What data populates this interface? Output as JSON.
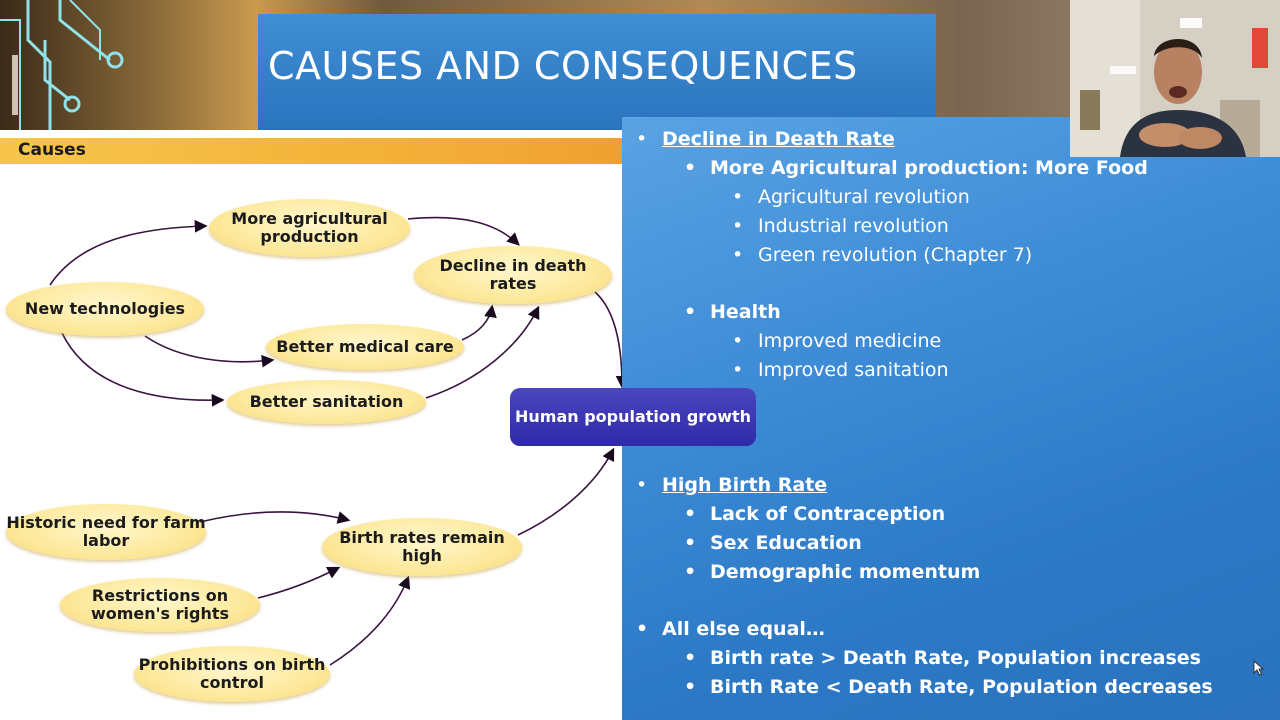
{
  "title": "CAUSES AND CONSEQUENCES",
  "diagram": {
    "header": "Causes",
    "nodes": {
      "new_tech": "New technologies",
      "more_ag": "More agricultural production",
      "better_med": "Better medical care",
      "better_san": "Better sanitation",
      "decline_death": "Decline in death rates",
      "hpg": "Human population growth",
      "historic": "Historic need for farm labor",
      "restrictions": "Restrictions on women's rights",
      "prohibitions": "Prohibitions on birth control",
      "birth_high": "Birth rates remain high"
    }
  },
  "bullets": {
    "death": {
      "heading": "Decline in Death Rate",
      "food": "More Agricultural production: More Food",
      "food_items": [
        "Agricultural revolution",
        "Industrial revolution",
        "Green revolution (Chapter 7)"
      ],
      "health": "Health",
      "health_items": [
        "Improved medicine",
        "Improved sanitation"
      ]
    },
    "birth": {
      "heading": "High Birth Rate",
      "items": [
        "Lack of Contraception",
        "Sex Education",
        "Demographic momentum"
      ]
    },
    "else": {
      "heading": "All else equal…",
      "items": [
        "Birth rate > Death Rate, Population increases",
        "Birth Rate < Death Rate, Population decreases"
      ]
    }
  },
  "bullet_glyph": "•",
  "colors": {
    "title_bg": "#2f7fc8",
    "panel_bg": "#3f8dd7",
    "node_fill": "#fde99c",
    "hpg_fill": "#3330ad",
    "arrow": "#3a1440",
    "causes_bar": "#f3b23a"
  },
  "icons": {
    "cursor": "mouse-cursor-icon",
    "webcam": "presenter-webcam"
  }
}
